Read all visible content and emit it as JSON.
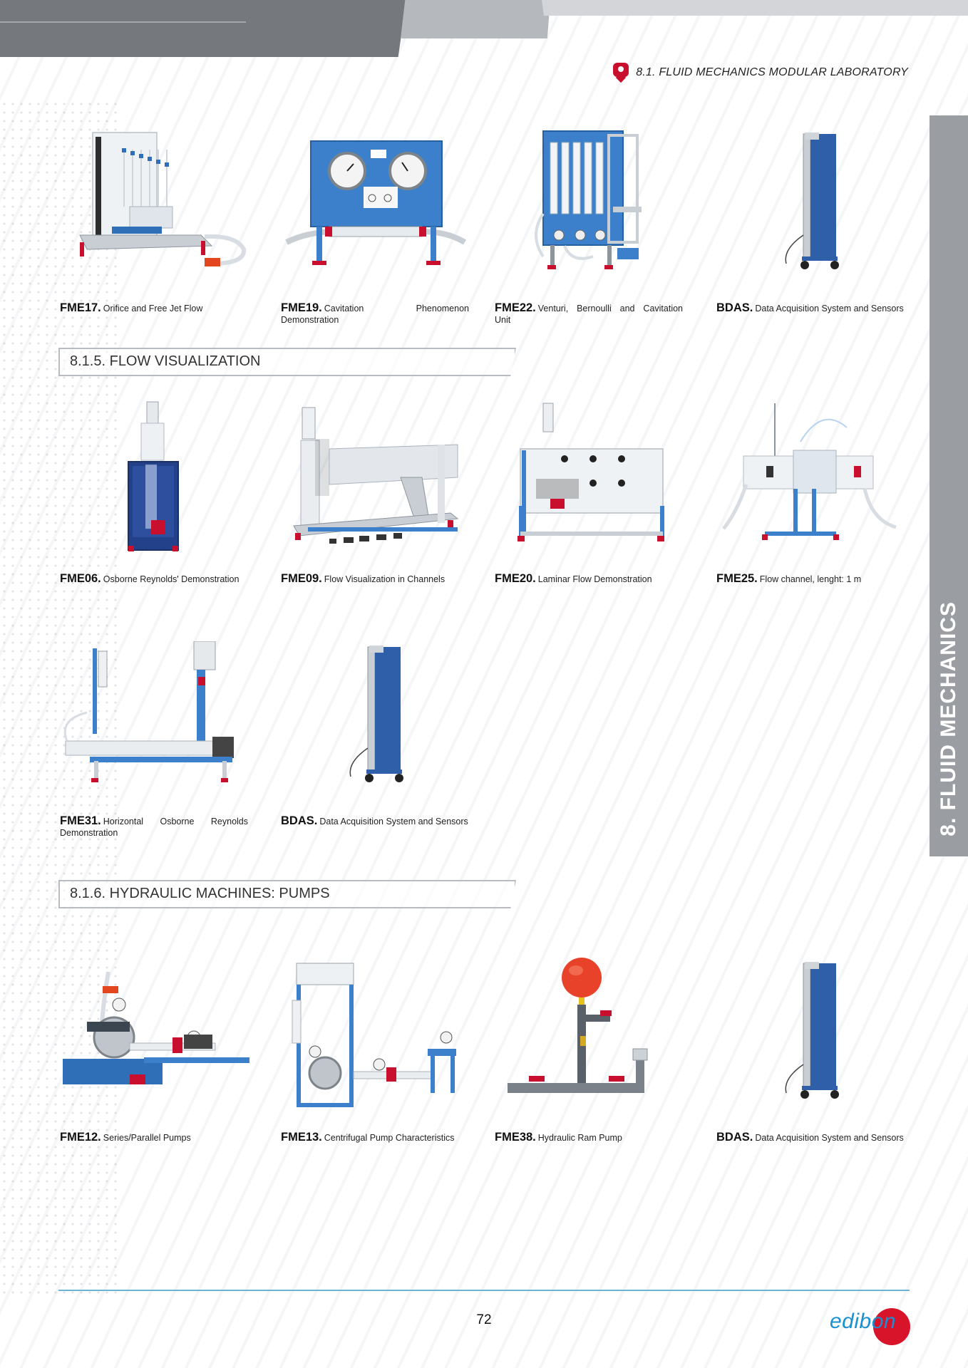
{
  "header": {
    "section": "8.1. FLUID MECHANICS MODULAR LABORATORY"
  },
  "side_tab": {
    "label": "8. FLUID MECHANICS"
  },
  "subsections": [
    {
      "title": "8.1.5. FLOW VISUALIZATION"
    },
    {
      "title": "8.1.6. HYDRAULIC MACHINES: PUMPS"
    }
  ],
  "products": [
    {
      "code": "FME17.",
      "desc": "Orifice and Free Jet Flow"
    },
    {
      "code": "FME19.",
      "desc": "Cavitation Phenomenon Demonstration"
    },
    {
      "code": "FME22.",
      "desc": "Venturi, Bernoulli and Cavitation Unit"
    },
    {
      "code": "BDAS.",
      "desc": "Data Acquisition System and Sensors"
    },
    {
      "code": "FME06.",
      "desc": "Osborne Reynolds' Demonstration"
    },
    {
      "code": "FME09.",
      "desc": "Flow Visualization in Channels"
    },
    {
      "code": "FME20.",
      "desc": "Laminar Flow Demonstration"
    },
    {
      "code": "FME25.",
      "desc": "Flow channel, lenght: 1 m"
    },
    {
      "code": "FME31.",
      "desc": "Horizontal Osborne Reynolds Demonstration"
    },
    {
      "code": "BDAS.",
      "desc": "Data Acquisition System and Sensors"
    },
    {
      "code": "FME12.",
      "desc": "Series/Parallel Pumps"
    },
    {
      "code": "FME13.",
      "desc": "Centrifugal Pump Characteristics"
    },
    {
      "code": "FME38.",
      "desc": "Hydraulic Ram Pump"
    },
    {
      "code": "BDAS.",
      "desc": "Data Acquisition System and Sensors"
    }
  ],
  "footer": {
    "page": "72",
    "logo": "edibon"
  },
  "colors": {
    "accent_red": "#c8102e",
    "frame_blue": "#2e6fb8",
    "aluminium": "#c9ced4",
    "footer_line": "#6cb4d6",
    "logo_blue": "#1a8fd1"
  }
}
